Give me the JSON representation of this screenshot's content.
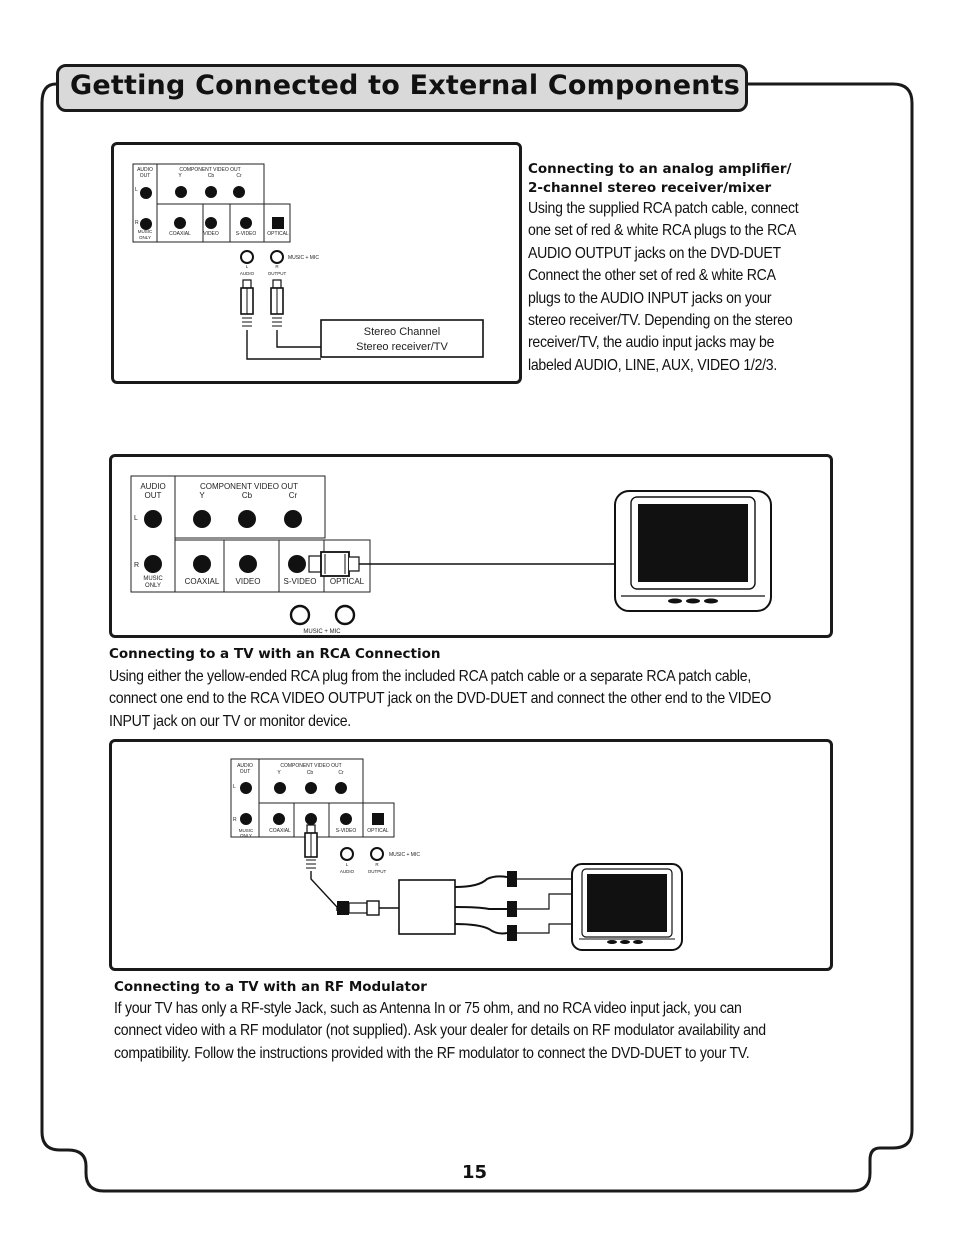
{
  "page": {
    "title": "Getting Connected to External Components",
    "page_number": "15"
  },
  "panel": {
    "audio_out": "AUDIO OUT",
    "audio": "AUDIO",
    "out": "OUT",
    "component_video_out": "COMPONENT VIDEO OUT",
    "y": "Y",
    "cb": "Cb",
    "cr": "Cr",
    "l": "L",
    "r": "R",
    "music": "MUSIC",
    "only": "ONLY",
    "coaxial": "COAXIAL",
    "video": "VIDEO",
    "s_video": "S-VIDEO",
    "optical": "OPTICAL",
    "music_mic": "MUSIC + MIC",
    "output": "OUTPUT"
  },
  "section1": {
    "heading_line1": "Connecting to an analog amplifier/",
    "heading_line2": "2-channel stereo receiver/mixer",
    "body_lines": [
      "Using the supplied RCA patch cable, connect",
      "one set of red & white RCA plugs to the RCA",
      "AUDIO OUTPUT jacks on the DVD-DUET",
      "Connect the other set of red & white RCA",
      "plugs to the AUDIO INPUT jacks on your",
      "stereo receiver/TV.  Depending on the stereo",
      "receiver/TV, the audio input jacks may be",
      "labeled AUDIO, LINE, AUX, VIDEO 1/2/3."
    ],
    "stereo_box_line1": "Stereo Channel",
    "stereo_box_line2": "Stereo receiver/TV"
  },
  "section2": {
    "heading": "Connecting to a TV with an RCA Connection",
    "body_lines": [
      "Using either the yellow-ended RCA plug from the included RCA patch cable or a separate RCA patch cable,",
      "connect one end to the RCA VIDEO OUTPUT jack on the DVD-DUET and connect the other end to the VIDEO",
      "INPUT jack on our TV or monitor device."
    ]
  },
  "section3": {
    "heading": "Connecting to a TV with an RF Modulator",
    "body_lines": [
      "If your TV has only a RF-style Jack, such as Antenna In or 75 ohm, and no RCA video input jack, you can",
      "connect video with a RF modulator (not supplied). Ask your dealer for details on RF modulator availability and",
      "compatibility. Follow the instructions provided with the RF modulator to connect the DVD-DUET to your TV."
    ]
  }
}
